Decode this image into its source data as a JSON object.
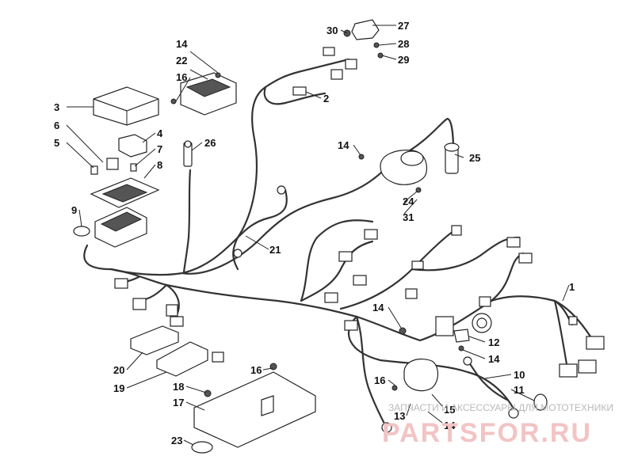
{
  "callouts": [
    {
      "id": "c1",
      "label": "1"
    },
    {
      "id": "c2",
      "label": "2"
    },
    {
      "id": "c3",
      "label": "3"
    },
    {
      "id": "c4",
      "label": "4"
    },
    {
      "id": "c5",
      "label": "5"
    },
    {
      "id": "c6",
      "label": "6"
    },
    {
      "id": "c7",
      "label": "7"
    },
    {
      "id": "c8",
      "label": "8"
    },
    {
      "id": "c9",
      "label": "9"
    },
    {
      "id": "c10",
      "label": "10"
    },
    {
      "id": "c11",
      "label": "11"
    },
    {
      "id": "c12",
      "label": "12"
    },
    {
      "id": "c13",
      "label": "13"
    },
    {
      "id": "c14a",
      "label": "14"
    },
    {
      "id": "c14b",
      "label": "14"
    },
    {
      "id": "c14c",
      "label": "14"
    },
    {
      "id": "c14d",
      "label": "14"
    },
    {
      "id": "c14e",
      "label": "14"
    },
    {
      "id": "c15",
      "label": "15"
    },
    {
      "id": "c16a",
      "label": "16"
    },
    {
      "id": "c16b",
      "label": "16"
    },
    {
      "id": "c16c",
      "label": "16"
    },
    {
      "id": "c17",
      "label": "17"
    },
    {
      "id": "c18",
      "label": "18"
    },
    {
      "id": "c19",
      "label": "19"
    },
    {
      "id": "c20",
      "label": "20"
    },
    {
      "id": "c21",
      "label": "21"
    },
    {
      "id": "c22",
      "label": "22"
    },
    {
      "id": "c23",
      "label": "23"
    },
    {
      "id": "c24",
      "label": "24"
    },
    {
      "id": "c25",
      "label": "25"
    },
    {
      "id": "c26",
      "label": "26"
    },
    {
      "id": "c27",
      "label": "27"
    },
    {
      "id": "c28",
      "label": "28"
    },
    {
      "id": "c29",
      "label": "29"
    },
    {
      "id": "c30",
      "label": "30"
    },
    {
      "id": "c31",
      "label": "31"
    }
  ],
  "watermark": {
    "tagline": "ЗАПЧАСТИ И АКСЕССУАРЫ ДЛЯ МОТОТЕХНИКИ",
    "logo": "PARTSFOR.RU"
  },
  "colors": {
    "line": "#222222",
    "watermark_text": "#b9b9b9",
    "watermark_logo": "#f2c4c4"
  }
}
